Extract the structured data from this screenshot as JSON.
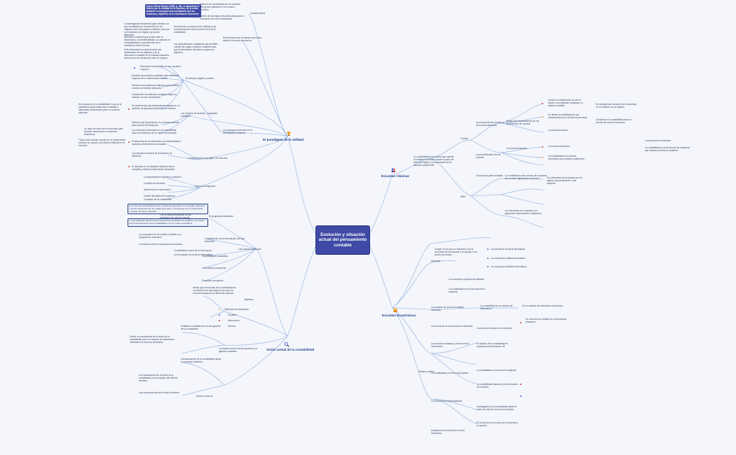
{
  "central": {
    "title": "Evolución y situación actual del pensamiento contable"
  },
  "colors": {
    "central": "#3f4aa6",
    "branch_line": "#9bb7e3",
    "accent_red": "#d9342b",
    "accent_orange": "#f0a030",
    "accent_blue": "#3f5fc9"
  },
  "branches": {
    "utilidad": {
      "label": "El paradigma de la utilidad",
      "icon": "trophy-icon"
    },
    "clasicas": {
      "label": "Escuelas Clásicas",
      "icon": "people-icon"
    },
    "economicas": {
      "label": "Escuelas Económicas",
      "icon": "coins-icon"
    },
    "actual": {
      "label": "Visión actual de la contabilidad",
      "icon": "magnifier-icon"
    }
  },
  "callouts": {
    "top": "Como afirma Tascón (1995, p. 63), se abandona el interés por la realidad de la riqueza y de la renta, pasando a conseguir la preocupación por los usuarios y objetivos de la información financiera."
  },
  "boxed": {
    "b1": "Los intereses formalizadores por cuestiones generales en el estudio, abstracto, o de las situaciones de los reglas generales y soportantes de un información contable del caso a abordar.",
    "b2": "La formalización general de las situaciones generales de equilibrio, de usuario del pronunciamiento de la contabilidad y de los casos específicos."
  },
  "nodes": {
    "u_caracteristicas": "Características",
    "u_c1": "Trata en las necesidades de los usuarios que genera satisfacer el de usuario, provisión",
    "u_c2": "Criterio de las reglas más adecuadas para la evaluación de esos necesidades",
    "u_reformulacion": "Reformulación de la ciencia económica desde el el sector económico",
    "u_r1": "Desvincular la producción de utilidad y sus consideraciones sobre la teoría de la de la contabilidad",
    "u_r2": "Las características cualitativas que permiten cumplir las reglas a objetos contables para que la información financiera cumpla sus objetivos.",
    "u_l1": "La investigación financiera lógica relativa a la que formalizaba en la estructura de los registros de la información ordinaria, más que su emulación con reglas y procesos diferentes.",
    "u_l2": "Mediante la relación que existe entre la información, su identificabilidad, su claridad, la comparabilidad y la pertinencia de la substancia sobre la forma.",
    "u_l3": "Esta información se enfoca hacia una clasificación de los objetivos y de la información contable de la realidad financiera para la toma de decisiones sobre la riqueza.",
    "u_enfoque": "El enfoque negativo-positivo",
    "u_e1": "Determinar necesidades de sus usuarios o grupos",
    "u_e2": "Estudiar las prácticas contables más habituales respecto de un determinado estudio",
    "u_e3": "Resolver los problemas relativos a una cuestión a través del método deductivo",
    "u_e4": "Caracterizar los sistemas contables según su relación con las necesidades",
    "u_e5": "Se perfila hacia una interpretación basada en un contexto de aplicación particular del sistema",
    "u_modelos": "Los modelos de decisión. Capacidad predictiva",
    "u_m1": "Parte de que la predicción es un factor esencial para la toma de decisiones",
    "u_m2": "Los enfoques presentados en la contabilidad para las decisiones de su lógica concentrada",
    "u_m3": "Es necesario en la contabilidad el uso de la estadística para comprobar la realidad o determinar predicciones para un contexto particular",
    "u_inv": "Los enfoques presentes en la investigación empírica",
    "u_i1": "Se usan los datos de la economía para estudiar situaciones en contextos financieros",
    "u_i2": "El desarrollo de la información a la determinación racional y eficiente de sus usuarios",
    "u_i3": "La evaluación racional de la hipótesis de eficiencia",
    "u_comp": "Comportamiento agregado del mercado",
    "u_cp1": "Trata lo que sucede cuando en un determinado contexto se cumple una relación eficiente en el mercado",
    "u_cp2": "El mercado en su totalidad refleja de forma completa y rápida la información disponible",
    "u_teoria": "Teoría de la agencia",
    "u_t1": "Comportamiento individual y colectivo",
    "u_t2": "Conflicto de intereses",
    "u_t3": "Asimetría de la información",
    "u_t4": "Costes derivados de la agencia",
    "u_t5": "Contratos de la contabilidad",
    "a_proceso": "Con la definición general de los resultados del caso de estudio",
    "a_c1": "El programa formalizado",
    "a_c2": "Cuantificación de la información del flujo financiero",
    "a_c3": "La concepción de un modelo contable y su programa de actuación",
    "a_c4": "La relación entre los supuestos económicos",
    "a_c5": "Contabilidad y teoría de la información",
    "a_c6": "La formulación de la teoría sistemática",
    "a_c7": "La formulación axiomática",
    "a_c8": "La evolución conceptual",
    "a_c9": "El estudio conceptual",
    "a_nuevas": "Las nuevas tendencias",
    "a_n1": "Afirma que el mercado de la contabilidad es un elemento de importancia, pero que su evolución depende de diferentes factores",
    "a_n2": "Objetivos",
    "a_n3": "Sistemas de información",
    "a_n4": "Usuarios",
    "a_n5": "Información",
    "a_n6": "Entorno",
    "a_vision": "La relación entre la teoría general y los agentes contables",
    "a_v1": "Establece la utilidad de la teoría general de la contabilidad",
    "a_v2": "Define el conocimiento de la teoría de la contabilidad como un sistema de información orientado a la toma de decisiones",
    "a_v3": "Caracterización de la contabilidad desde su concepto sistémico",
    "a_v4": "Los fundamentos de la teoría de la contabilidad y los principios del método científico",
    "a_v5": "Las consecuencias de la visión científica",
    "a_v6": "Desde la ciencia",
    "c_def": "La contabilidad es la ciencia que estudia la realidad económica desde el punto de vista del registro y la información de la situación patrimonial",
    "c_franca": "Francia",
    "c_f1": "La escuela de las cuentas o de la personalización",
    "c_f2": "Reglas del funcionamiento de los movimientos de cuentas",
    "c_f3": "La personificación de las cuentas",
    "c_f4": "Desde la consideración de que el sujeto y la propiedad configuran un sistema contable",
    "c_f5": "Se alinea la contabilidad de las transacciones por cuentas de personas",
    "c_italia": "Italia",
    "c_it1": "La escuela lombarda",
    "c_it2": "La escuela toscana",
    "c_it3": "La escuela veneciana",
    "c_it4": "La contabilidad es la ciencia económica que estudia el patrimonio",
    "c_it5": "Se estudian las funciones de la hacienda en su relación con la riqueza",
    "c_it6": "Considera a la contabilidad como la ciencia del control económico",
    "c_it7": "La escuela de la hacienda",
    "c_it8": "La contabilidad es la ciencia de las empresas que estudia los hechos contables",
    "c_pat": "Concepción patrimonialista",
    "c_pat1": "La contabilidad como ciencia de la riqueza, con un claro significado económico",
    "c_pat2": "Los elementos de la riqueza son los objetos que pertenecen a una empresa",
    "c_pat3": "Los elementos de la riqueza y su agrupación representan el patrimonio",
    "e_def": "Surgen en los que se relacionan con la economía de la empresa y se apoyan en la teoría económica",
    "e_alemania": "Alemania",
    "e_a1": "La escuela de la teoría del balance",
    "e_a2": "La concepción estática del balance",
    "e_a3": "La concepción dinámica del balance",
    "e_a4": "La concepción orgánica del balance",
    "e_a5": "La contabilidad en la economía de la empresa",
    "e_eeuu": "Estados Unidos",
    "e_u1": "La corriente de la teoría contable normativa",
    "e_u2": "La contabilidad es un sistema de información",
    "e_u3": "Es un sistema de información económica",
    "e_u4": "La escuela de la economía de la empresa",
    "e_u5": "La teoría del enfoque de la decisión",
    "e_u6": "Se enfoca en la utilidad de la información financiera",
    "e_u7": "La escuela neoclásica y la teoría de la información",
    "e_u8": "El objetivo de la contabilidad es proporcionar información útil",
    "e_u9": "La contabilidad y la economía política",
    "e_u10": "La contabilidad y la teoría de la agencia",
    "e_u11": "La escuela del comportamiento",
    "e_u12": "La contabilidad financiera y la información de mercado",
    "e_ext": "Ampliación de la teoría del control económico",
    "e_ext1": "Investigación de la contabilidad desde el punto de vista de la teoría económica",
    "e_ext2": "El control de los recursos de la empresa y su gestión"
  }
}
